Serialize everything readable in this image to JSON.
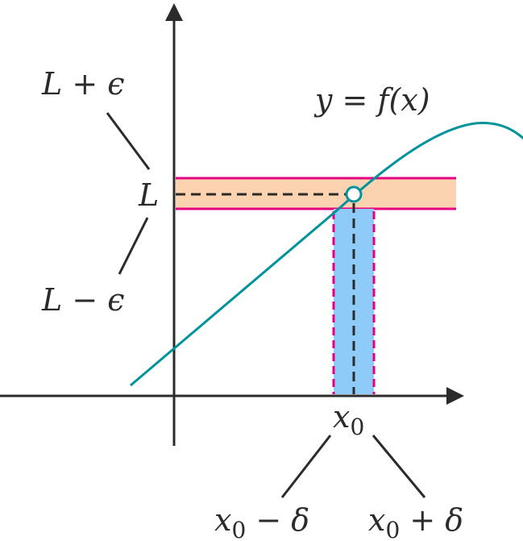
{
  "curve_label": "y = f(x)",
  "labels": {
    "L_plus": "L + ϵ",
    "L": "L",
    "L_minus": "L − ϵ",
    "x0_base": "x",
    "x0_sub": "0",
    "x0_minus_base": "x",
    "x0_minus_sub": "0",
    "x0_minus_rest": " − δ",
    "x0_plus_base": "x",
    "x0_plus_sub": "0",
    "x0_plus_rest": " + δ"
  },
  "colors": {
    "curve": "#00939b",
    "axes": "#2b2b2b",
    "epsilon_band_fill": "#fcd3b0",
    "delta_band_fill": "#8ecbf9",
    "band_edges": "#e4007f",
    "guide_lines": "#2b2b2b",
    "point_fill": "#ffffff"
  }
}
